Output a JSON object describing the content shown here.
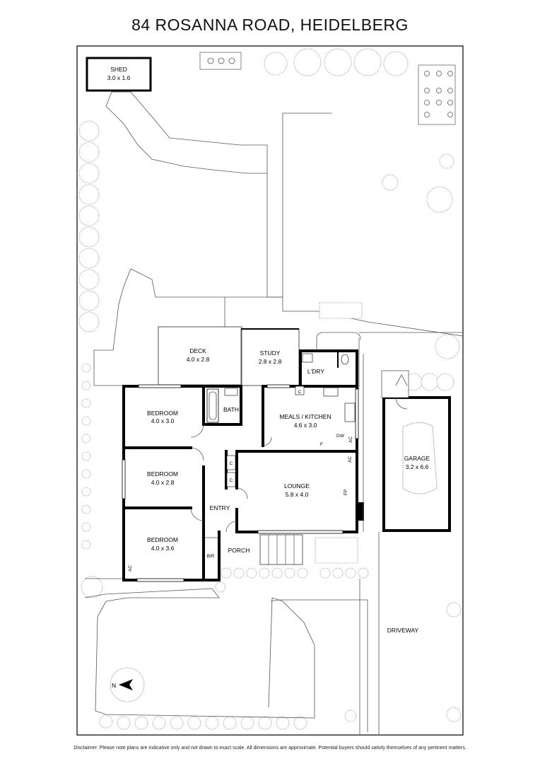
{
  "title": "84 ROSANNA ROAD, HEIDELBERG",
  "disclaimer": "Disclaimer: Please note plans are indicative only and not drawn to exact scale. All dimensions are approximate. Potential buyers should satisfy themselves of any pertinent matters.",
  "rooms": {
    "shed": {
      "name": "SHED",
      "dim": "3.0 x 1.6"
    },
    "deck": {
      "name": "DECK",
      "dim": "4.0 x 2.8"
    },
    "study": {
      "name": "STUDY",
      "dim": "2.8 x 2.8"
    },
    "laundry": {
      "name": "L'DRY"
    },
    "bath": {
      "name": "BATH"
    },
    "bedroom1": {
      "name": "BEDROOM",
      "dim": "4.0 x 3.0"
    },
    "bedroom2": {
      "name": "BEDROOM",
      "dim": "4.0 x 2.8"
    },
    "bedroom3": {
      "name": "BEDROOM",
      "dim": "4.0 x 3.6"
    },
    "meals_kitchen": {
      "name": "MEALS / KITCHEN",
      "dim": "4.6 x 3.0"
    },
    "lounge": {
      "name": "LOUNGE",
      "dim": "5.8 x 4.0"
    },
    "entry": {
      "name": "ENTRY"
    },
    "porch": {
      "name": "PORCH"
    },
    "garage": {
      "name": "GARAGE",
      "dim": "3.2 x 6.6"
    },
    "driveway": {
      "name": "DRIVEWAY"
    }
  },
  "fixtures": {
    "c": "C",
    "dw": "DW",
    "ac": "AC",
    "f": "F",
    "fp": "FP",
    "bir": "BIR"
  },
  "compass": {
    "label": "N"
  }
}
